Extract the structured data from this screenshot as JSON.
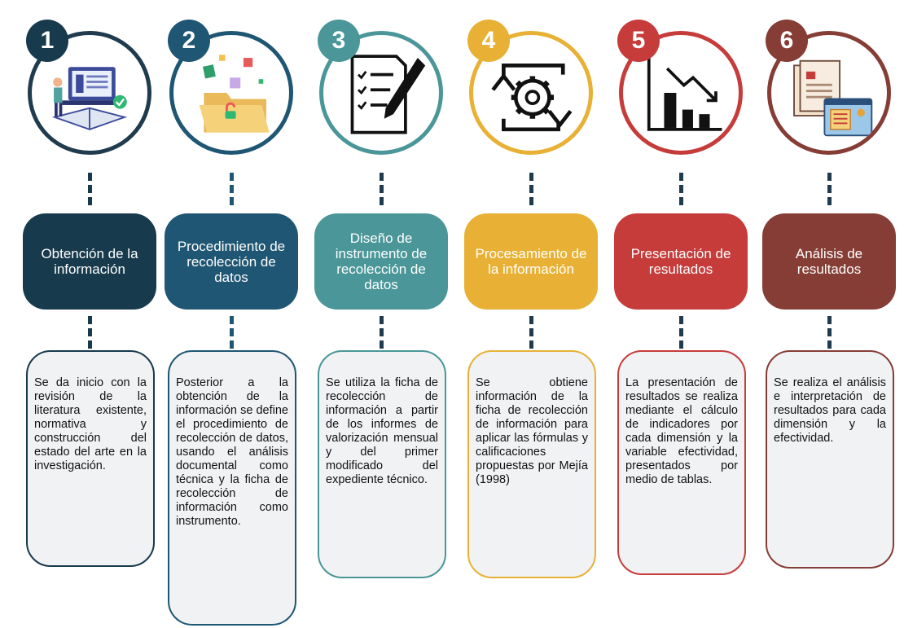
{
  "steps": [
    {
      "number": "1",
      "color": "#173a4d",
      "title": "Obtención de la información",
      "description": "Se da inicio con la revisión de la literatura existente, normativa y construcción del estado del arte en la investigación.",
      "icon": "laptop-reading-icon"
    },
    {
      "number": "2",
      "color": "#1f5673",
      "title": "Procedimiento de recolección de datos",
      "description": "Posterior a la obtención de la información se define el procedimiento de recolección de datos, usando el análisis documental como técnica y la ficha de recolección de información como instrumento.",
      "icon": "open-folder-icon"
    },
    {
      "number": "3",
      "color": "#4a9698",
      "title": "Diseño de instrumento de recolección de datos",
      "description": "Se utiliza la ficha de recolección de información a partir de los informes de valorización mensual y del primer modificado del expediente técnico.",
      "icon": "checklist-pen-icon"
    },
    {
      "number": "4",
      "color": "#e8b135",
      "title": "Procesamiento de la información",
      "description": "Se obtiene información de la ficha de recolección de información para aplicar las fórmulas y calificaciones propuestas por Mejía (1998)",
      "icon": "gear-process-icon"
    },
    {
      "number": "5",
      "color": "#c63c3a",
      "title": "Presentación de resultados",
      "description": "La presentación de resultados se realiza mediante el cálculo de indicadores por cada dimensión y la variable efectividad, presentados por medio de tablas.",
      "icon": "bar-chart-down-icon"
    },
    {
      "number": "6",
      "color": "#853d35",
      "title": "Análisis de resultados",
      "description": "Se realiza el análisis e interpretación de resultados para cada dimensión y la efectividad.",
      "icon": "documents-analysis-icon"
    }
  ]
}
